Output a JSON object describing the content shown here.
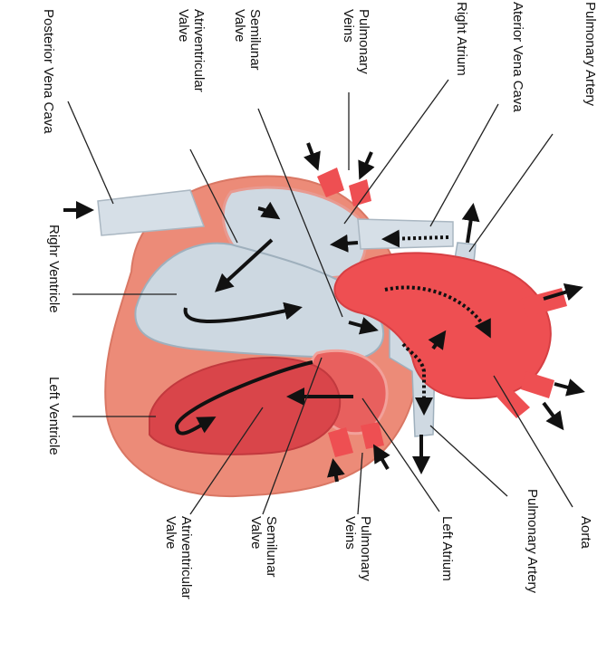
{
  "labels": {
    "posterior_vena_cava": "Posterior Vena Cava",
    "atrioventricular_valve_top": "Atriventricular\nValve",
    "semilunar_valve_top": "Semilunar\nValve",
    "pulmonary_veins_top": "Pulmonary\nVeins",
    "right_atrium": "Right Atrium",
    "anterior_vena_cava": "Aterior Vena Cava",
    "pulmonary_artery_top": "Pulmonary Artery",
    "right_ventricle": "Righr Ventricle",
    "left_ventricle": "Left Ventricle",
    "atrioventricular_valve_bottom": "Atriventricular\nValve",
    "semilunar_valve_bottom": "Semilunar\nValve",
    "pulmonary_veins_bottom": "Pulmonary\nVeins",
    "left_atrium": "Left Atrium",
    "pulmonary_artery_bottom": "Pulmonary Artery",
    "aorta": "Aorta"
  },
  "colors": {
    "heart_muscle": "#ec8b78",
    "deoxygenated_blood": "#cfd9e2",
    "oxygenated_blood": "#ee4f52",
    "label_text": "#111111"
  }
}
